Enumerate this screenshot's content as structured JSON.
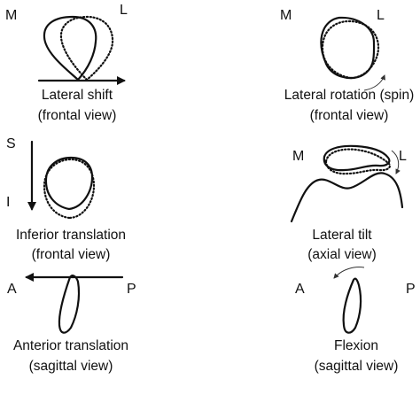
{
  "panels": {
    "lateral_shift": {
      "caption_line1": "Lateral shift",
      "caption_line2": "(frontal view)",
      "label_left": "M",
      "label_right": "L"
    },
    "lateral_rotation": {
      "caption_line1": "Lateral rotation (spin)",
      "caption_line2": "(frontal view)",
      "label_left": "M",
      "label_right": "L"
    },
    "inferior_translation": {
      "caption_line1": "Inferior translation",
      "caption_line2": "(frontal view)",
      "label_top": "S",
      "label_bottom": "I"
    },
    "lateral_tilt": {
      "caption_line1": "Lateral tilt",
      "caption_line2": "(axial view)",
      "label_left": "M",
      "label_right": "L"
    },
    "anterior_translation": {
      "caption_line1": "Anterior translation",
      "caption_line2": "(sagittal view)",
      "label_left": "A",
      "label_right": "P"
    },
    "flexion": {
      "caption_line1": "Flexion",
      "caption_line2": "(sagittal view)",
      "label_left": "A",
      "label_right": "P"
    }
  },
  "colors": {
    "ink": "#111111",
    "background": "#ffffff"
  }
}
